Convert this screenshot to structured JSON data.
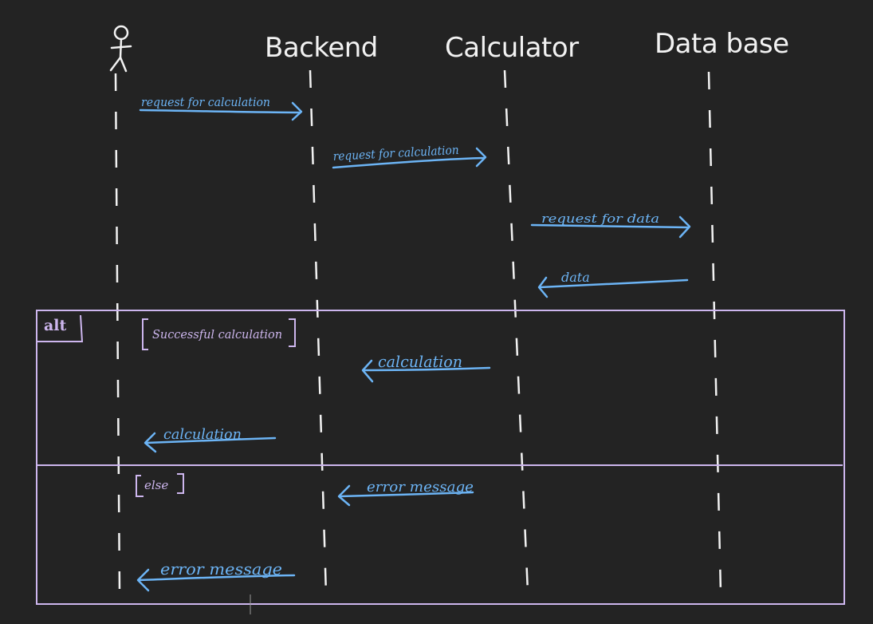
{
  "diagram": {
    "participants": [
      "Backend",
      "Calculator",
      "Data base"
    ],
    "messages": [
      {
        "id": "m1",
        "from": "user",
        "to": "Backend",
        "label": "request for calculation"
      },
      {
        "id": "m2",
        "from": "Backend",
        "to": "Calculator",
        "label": "request for calculation"
      },
      {
        "id": "m3",
        "from": "Calculator",
        "to": "Data base",
        "label": "request for data"
      },
      {
        "id": "m4",
        "from": "Data base",
        "to": "Calculator",
        "label": "data"
      },
      {
        "id": "m5",
        "from": "Calculator",
        "to": "Backend",
        "label": "calculation"
      },
      {
        "id": "m6",
        "from": "Backend",
        "to": "user",
        "label": "calculation"
      },
      {
        "id": "m7",
        "from": "Calculator",
        "to": "Backend",
        "label": "error message"
      },
      {
        "id": "m8",
        "from": "Backend",
        "to": "user",
        "label": "error message"
      }
    ],
    "frame": {
      "operator": "alt",
      "guard_success": "Successful calculation",
      "guard_else": "else"
    }
  },
  "colors": {
    "background": "#232323",
    "text": "#f2f2f2",
    "arrow": "#6cb4f5",
    "frame": "#cdb6ee"
  }
}
